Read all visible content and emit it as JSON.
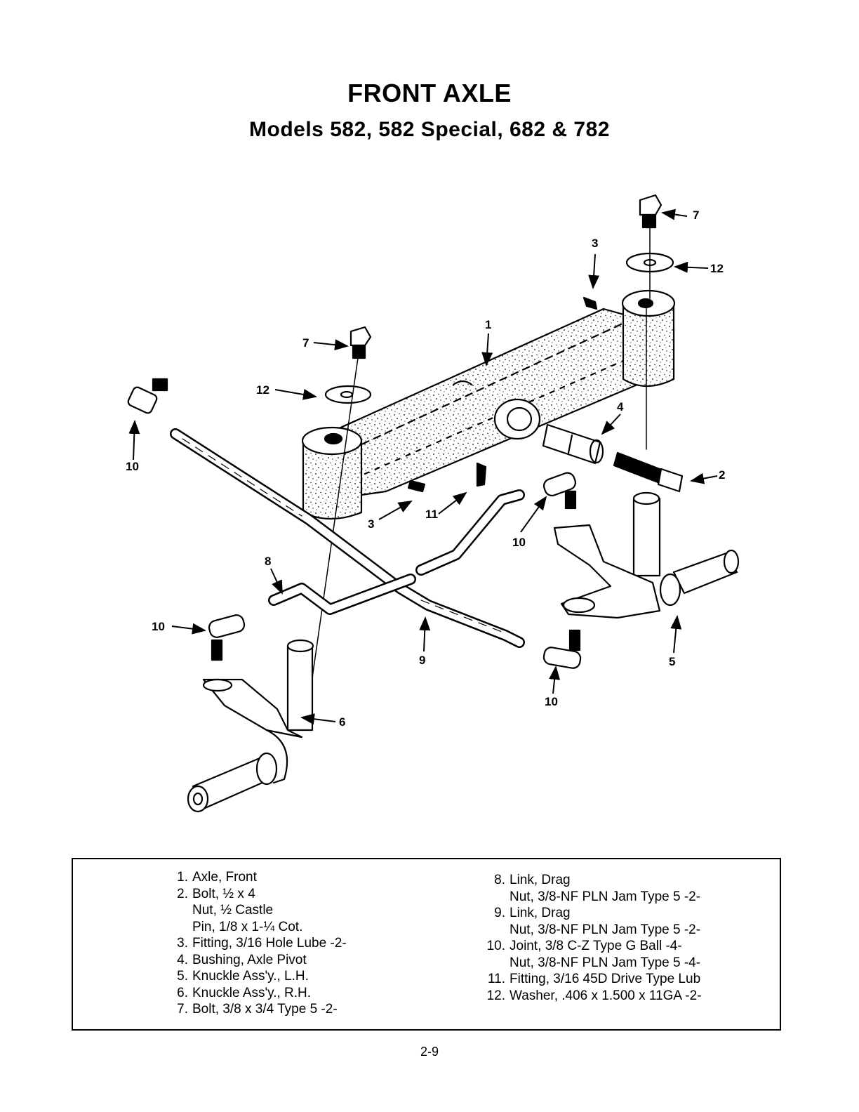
{
  "header": {
    "title": "FRONT AXLE",
    "subtitle": "Models 582, 582 Special, 682 & 782"
  },
  "callouts": {
    "c1": "1",
    "c2": "2",
    "c3a": "3",
    "c3b": "3",
    "c4": "4",
    "c5": "5",
    "c6": "6",
    "c7a": "7",
    "c7b": "7",
    "c8": "8",
    "c9": "9",
    "c10a": "10",
    "c10b": "10",
    "c10c": "10",
    "c10d": "10",
    "c11": "11",
    "c12a": "12",
    "c12b": "12"
  },
  "legend": {
    "left": [
      {
        "num": "1.",
        "text": "Axle, Front",
        "sub": []
      },
      {
        "num": "2.",
        "text": "Bolt, ½ x 4",
        "sub": [
          "Nut, ½ Castle",
          "Pin, 1/8 x 1-¼ Cot."
        ]
      },
      {
        "num": "3.",
        "text": "Fitting, 3/16 Hole Lube -2-",
        "sub": []
      },
      {
        "num": "4.",
        "text": "Bushing, Axle Pivot",
        "sub": []
      },
      {
        "num": "5.",
        "text": "Knuckle Ass'y., L.H.",
        "sub": []
      },
      {
        "num": "6.",
        "text": "Knuckle Ass'y., R.H.",
        "sub": []
      },
      {
        "num": "7.",
        "text": "Bolt, 3/8 x 3/4 Type 5 -2-",
        "sub": []
      }
    ],
    "right": [
      {
        "num": "8.",
        "text": "Link, Drag",
        "sub": [
          "Nut, 3/8-NF PLN Jam Type 5 -2-"
        ]
      },
      {
        "num": "9.",
        "text": "Link, Drag",
        "sub": [
          "Nut, 3/8-NF PLN Jam Type 5 -2-"
        ]
      },
      {
        "num": "10.",
        "text": "Joint, 3/8 C-Z Type G Ball -4-",
        "sub": [
          "Nut, 3/8-NF PLN Jam Type 5 -4-"
        ]
      },
      {
        "num": "11.",
        "text": "Fitting, 3/16 45D Drive Type Lub",
        "sub": []
      },
      {
        "num": "12.",
        "text": "Washer, .406 x 1.500 x 11GA -2-",
        "sub": []
      }
    ]
  },
  "footer": {
    "page_number": "2-9"
  }
}
